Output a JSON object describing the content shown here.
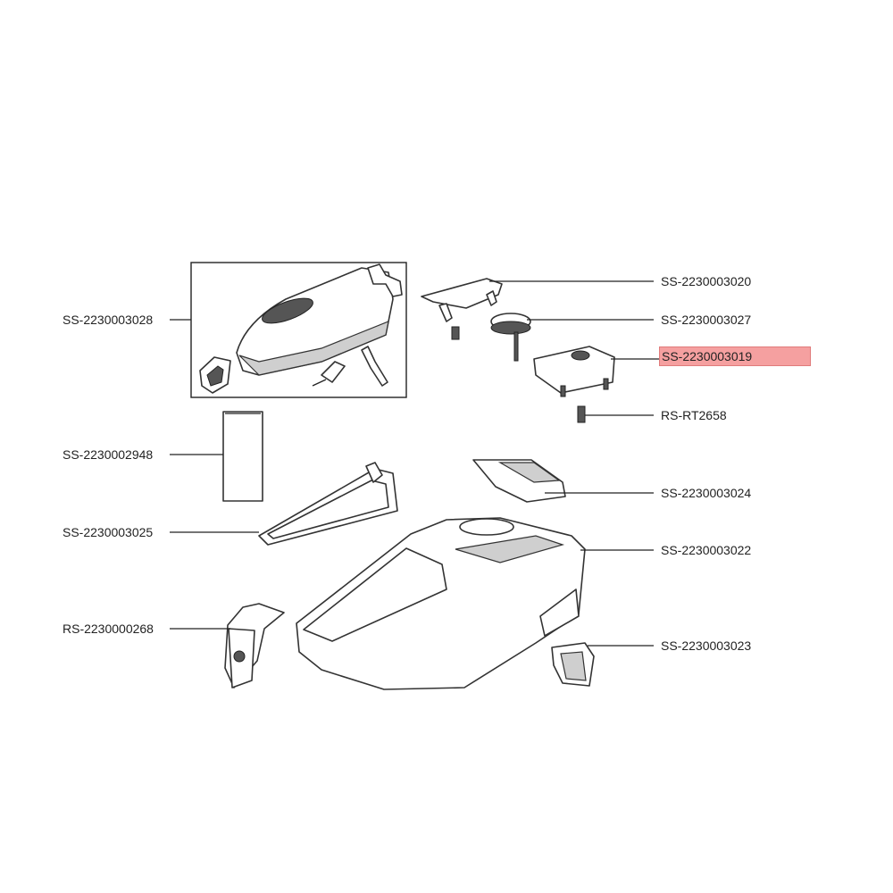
{
  "labels": {
    "l3028": "SS-2230003028",
    "l2948": "SS-2230002948",
    "l3025": "SS-2230003025",
    "l0268": "RS-2230000268",
    "l3020": "SS-2230003020",
    "l3027": "SS-2230003027",
    "l3019": "SS-2230003019",
    "lrt2658": "RS-RT2658",
    "l3024": "SS-2230003024",
    "l3022": "SS-2230003022",
    "l3023": "SS-2230003023"
  },
  "highlight": {
    "label": "SS-2230003019",
    "color": "#f5a0a0"
  }
}
